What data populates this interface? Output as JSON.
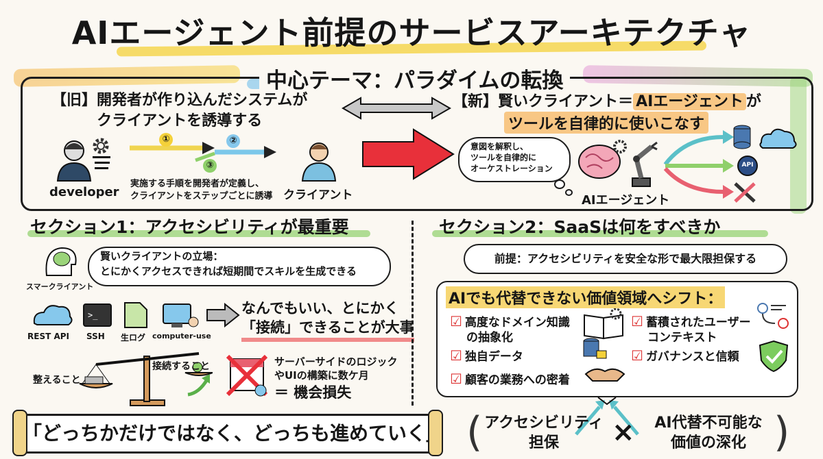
{
  "title": "AIエージェント前提のサービスアーキテクチャ",
  "theme": "中心テーマ：パラダイムの転換",
  "old": {
    "heading_line1": "【旧】開発者が作り込んだシステムが",
    "heading_line2": "クライアントを誘導する",
    "developer": "developer",
    "step1": "①",
    "step2": "②",
    "step3": "③",
    "note_line1": "実施する手順を開発者が定義し、",
    "note_line2": "クライアントをステップごとに誘導",
    "client": "クライアント"
  },
  "new": {
    "heading_prefix": "【新】賢いクライアント＝",
    "heading_highlight": "AIエージェント",
    "heading_suffix": "が",
    "heading_line2": "ツールを自律的に使いこなす",
    "thought_line1": "意図を解釈し、",
    "thought_line2": "ツールを自律的に",
    "thought_line3": "オーケストレーション",
    "agent_label": "AIエージェント",
    "api_badge": "API"
  },
  "section1": {
    "heading": "セクション1：アクセシビリティが最重要",
    "bubble_line1": "賢いクライアントの立場：",
    "bubble_line2": "とにかくアクセスできれば短期間でスキルを生成できる",
    "smart_client": "スマークライアント",
    "access": [
      "REST API",
      "SSH",
      "生ログ",
      "computer-use"
    ],
    "msg_line1": "なんでもいい、とにかく",
    "msg_line2": "「接続」できることが大事",
    "prepare": "整えること",
    "connect": "接続すること",
    "server_line1": "サーバーサイドのロジック",
    "server_line2": "やUIの構築に数ケ月",
    "loss": "＝ 機会損失"
  },
  "section2": {
    "heading": "セクション2：SaaSは何をすべきか",
    "premise": "前提：アクセシビリティを安全な形で最大限担保する",
    "value_heading": "AIでも代替できない価値領域へシフト：",
    "left_items": [
      {
        "line1": "高度なドメイン知識",
        "line2": "の抽象化"
      },
      {
        "line1": "独自データ",
        "line2": ""
      },
      {
        "line1": "顧客の業務への密着",
        "line2": ""
      }
    ],
    "right_items": [
      {
        "line1": "蓄積されたユーザー",
        "line2": "コンテキスト"
      },
      {
        "line1": "ガバナンスと信頼",
        "line2": ""
      }
    ],
    "bottom_left_line1": "アクセシビリティ",
    "bottom_left_line2": "担保",
    "times": "×",
    "bottom_right_line1": "AI代替不可能な",
    "bottom_right_line2": "価値の深化"
  },
  "banner": "「どっちかだけではなく、どっちも進めていく」",
  "colors": {
    "title_underline": "#f4d13a",
    "theme_underline": "#86c8ec",
    "highlight_orange": "#f8c785",
    "section_underline": "#8fd06b",
    "big_arrow": "#e8303a",
    "check": "#dd3333",
    "teal_arrow": "#5bc0c8"
  }
}
